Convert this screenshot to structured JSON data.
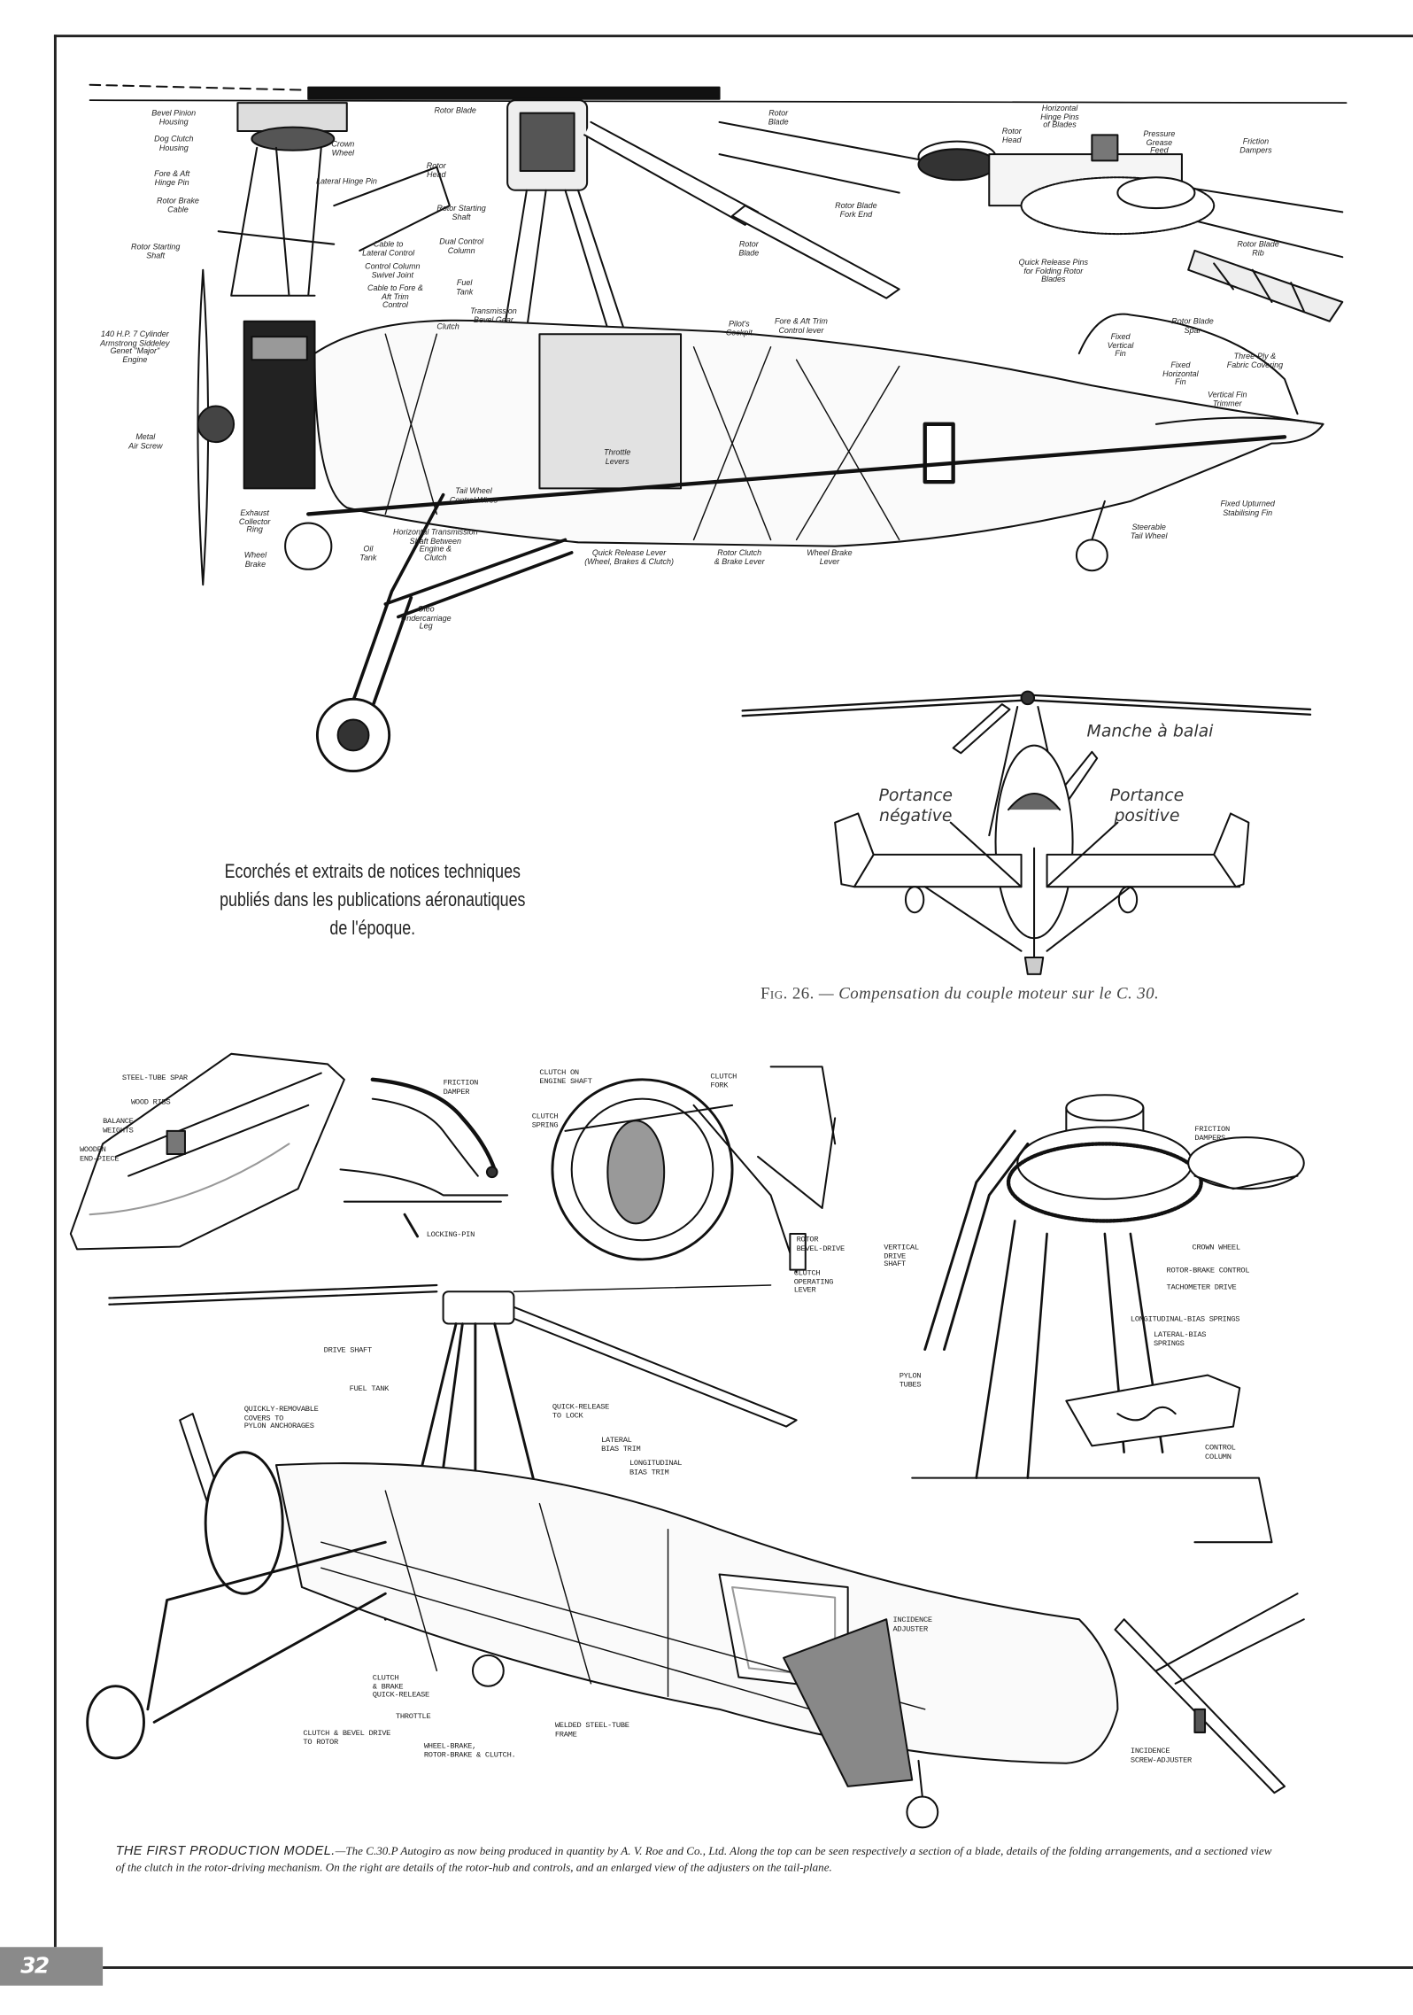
{
  "page_number": "32",
  "intro_caption": {
    "lines": [
      "Ecorchés et extraits de notices techniques",
      "publiés dans les publications aéronautiques",
      "de l'époque."
    ]
  },
  "top_cutaway": {
    "labels": [
      "Bevel Pinion\nHousing",
      "Dog Clutch\nHousing",
      "Fore & Aft\nHinge Pin",
      "Rotor Brake\nCable",
      "Rotor Starting\nShaft",
      "Crown\nWheel",
      "Lateral Hinge Pin",
      "Rotor Blade",
      "Rotor\nHead",
      "Rotor Starting\nShaft",
      "Dual Control\nColumn",
      "Cable to\nLateral Control",
      "Control Column\nSwivel Joint",
      "Cable to Fore &\nAft Trim\nControl",
      "Fuel\nTank",
      "140 H.P. 7 Cylinder\nArmstrong Siddeley\nGenet \"Major\"\nEngine",
      "Metal\nAir Screw",
      "Exhaust\nCollector\nRing",
      "Wheel\nBrake",
      "Oil\nTank",
      "Horizontal Transmission\nShaft Between\nEngine &\nClutch",
      "Tail Wheel\nControl Wires",
      "Throttle\nLevers",
      "Oleo\nUndercarriage\nLeg",
      "Quick Release Lever\n(Wheel, Brakes & Clutch)",
      "Rotor Clutch\n& Brake Lever",
      "Wheel Brake\nLever",
      "Pilot's\nCockpit",
      "Fore & Aft Trim\nControl lever",
      "Fixed\nVertical\nFin",
      "Rotor Blade\nSpar",
      "Three-Ply &\nFabric Covering",
      "Fixed\nHorizontal\nFin",
      "Vertical Fin\nTrimmer",
      "Fixed Upturned\nStabilising Fin",
      "Steerable\nTail Wheel",
      "Rotor\nBlade",
      "Horizontal\nHinge Pins\nof Blades",
      "Rotor\nHead",
      "Pressure\nGrease\nFeed",
      "Friction\nDampers",
      "Rotor Blade\nFork End",
      "Rotor\nBlade",
      "Quick Release Pins\nfor Folding Rotor\nBlades",
      "Rotor Blade\nRib",
      "Transmission\nBevel Gear",
      "Clutch"
    ]
  },
  "fig26": {
    "labels": [
      "Manche à balai",
      "Portance\nnégative",
      "Portance\npositive"
    ],
    "caption_num": "Fig. 26.",
    "caption_text": " — Compensation du couple moteur sur le C. 30."
  },
  "details": {
    "blade": [
      "STEEL-TUBE SPAR",
      "WOOD RIBS",
      "BALANCE\nWEIGHTS",
      "WOODEN\nEND-PIECE"
    ],
    "damper": [
      "FRICTION\nDAMPER",
      "LOCKING-PIN"
    ],
    "clutch": [
      "CLUTCH ON\nENGINE SHAFT",
      "CLUTCH\nFORK",
      "CLUTCH\nSPRING",
      "ROTOR\nBEVEL-DRIVE",
      "CLUTCH\nOPERATING\nLEVER"
    ],
    "hub": [
      "FRICTION\nDAMPERS",
      "VERTICAL\nDRIVE\nSHAFT",
      "CROWN WHEEL",
      "ROTOR-BRAKE CONTROL",
      "TACHOMETER DRIVE",
      "LONGITUDINAL-BIAS SPRINGS",
      "LATERAL-BIAS\nSPRINGS",
      "PYLON\nTUBES",
      "CONTROL\nCOLUMN"
    ],
    "main": [
      "DRIVE SHAFT",
      "FUEL TANK",
      "QUICKLY-REMOVABLE\nCOVERS TO\nPYLON ANCHORAGES",
      "QUICK-RELEASE\nTO LOCK",
      "LATERAL\nBIAS TRIM",
      "LONGITUDINAL\nBIAS TRIM",
      "CLUTCH\n& BRAKE\nQUICK-RELEASE",
      "THROTTLE",
      "CLUTCH & BEVEL DRIVE\nTO ROTOR",
      "WHEEL-BRAKE,\nROTOR-BRAKE & CLUTCH.",
      "WELDED STEEL-TUBE\nFRAME",
      "INCIDENCE\nADJUSTER",
      "INCIDENCE\nSCREW-ADJUSTER"
    ]
  },
  "bottom_caption": {
    "lead": "THE FIRST PRODUCTION  MODEL.",
    "text": "—The C.30.P Autogiro as now being produced in quantity by A. V. Roe and Co., Ltd.  Along the top can be seen respectively a section of a blade, details of the folding arrangements, and a sectioned view of the clutch in the rotor-driving mechanism.  On the right are details of the rotor-hub and controls, and an enlarged view of the adjusters on the tail-plane."
  }
}
